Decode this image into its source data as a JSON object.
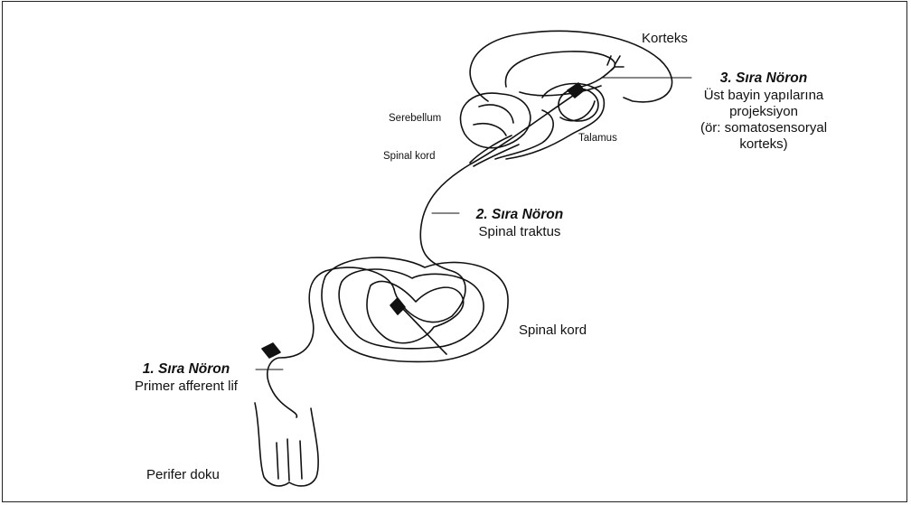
{
  "labels": {
    "korteks": "Korteks",
    "serebellum": "Serebellum",
    "spinal_kord_upper": "Spinal kord",
    "talamus": "Talamus",
    "neuron3": {
      "title": "3. Sıra Nöron",
      "line1": "Üst bayin yapılarına",
      "line2": "projeksiyon",
      "line3": "(ör: somatosensoryal",
      "line4": "korteks)"
    },
    "neuron2": {
      "title": "2. Sıra Nöron",
      "line1": "Spinal traktus"
    },
    "spinal_kord_lower": "Spinal kord",
    "neuron1": {
      "title": "1. Sıra Nöron",
      "line1": "Primer afferent lif"
    },
    "perifer_doku": "Perifer doku"
  }
}
